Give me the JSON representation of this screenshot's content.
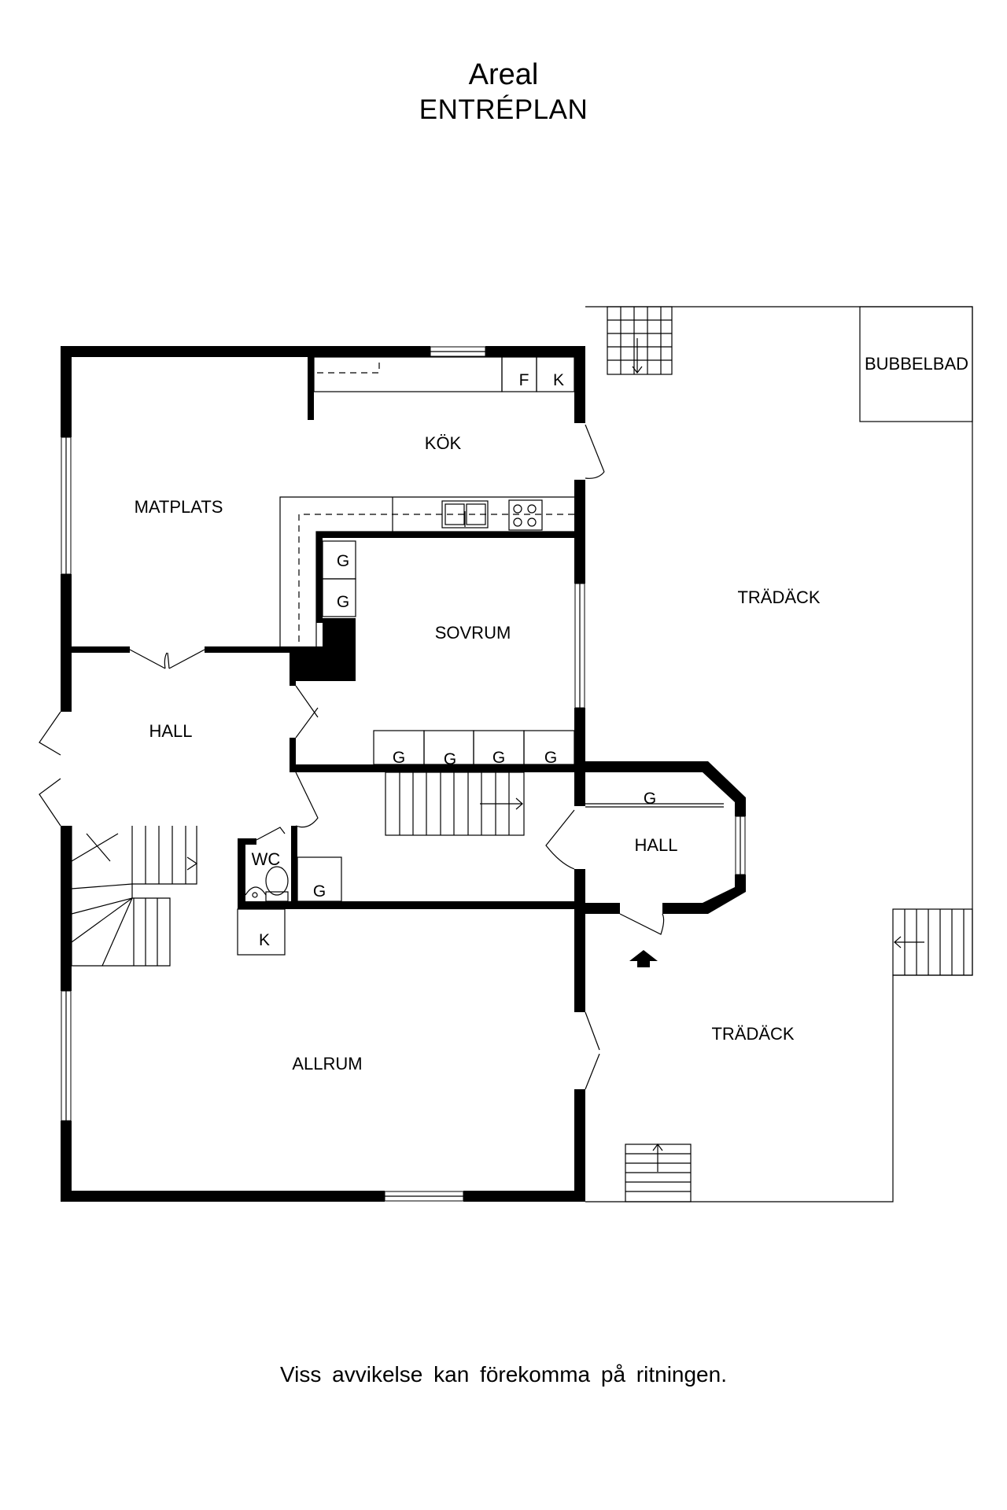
{
  "header": {
    "title": "Areal",
    "subtitle": "ENTRÉPLAN"
  },
  "rooms": {
    "matplats": "MATPLATS",
    "kok": "KÖK",
    "sovrum": "SOVRUM",
    "hall_west": "HALL",
    "hall_entry": "HALL",
    "wc": "WC",
    "allrum": "ALLRUM",
    "tradack_north": "TRÄDÄCK",
    "tradack_south": "TRÄDÄCK",
    "bubbelbad": "BUBBELBAD"
  },
  "fixtures": {
    "fridge": "F",
    "freezer": "K",
    "closet": "G",
    "cupboard": "K"
  },
  "footer": {
    "note": "Viss avvikelse kan förekomma på ritningen."
  }
}
